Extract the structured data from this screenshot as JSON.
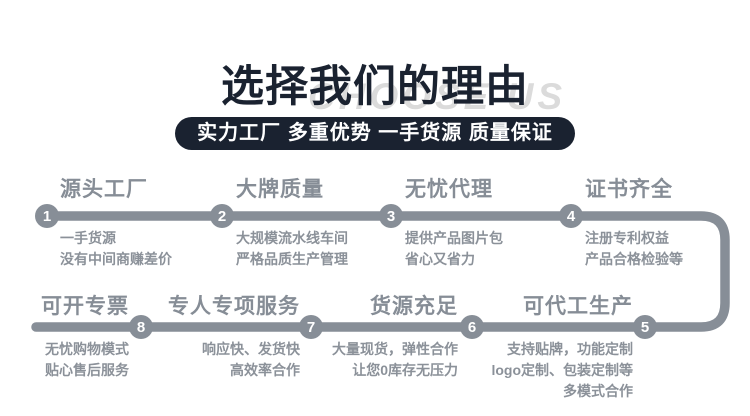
{
  "header": {
    "watermark": "CHOOSE US",
    "title": "选择我们的理由",
    "banner": "实力工厂 多重优势 一手货源 质量保证"
  },
  "colors": {
    "accent_dark": "#1a2230",
    "connector_gray": "#878e97",
    "text_gray": "#8b9199",
    "watermark_gray": "#dbdbdb",
    "background": "#ffffff"
  },
  "steps": [
    {
      "number": "1",
      "title": "源头工厂",
      "lines": [
        "一手货源",
        "没有中间商赚差价"
      ]
    },
    {
      "number": "2",
      "title": "大牌质量",
      "lines": [
        "大规模流水线车间",
        "严格品质生产管理"
      ]
    },
    {
      "number": "3",
      "title": "无忧代理",
      "lines": [
        "提供产品图片包",
        "省心又省力"
      ]
    },
    {
      "number": "4",
      "title": "证书齐全",
      "lines": [
        "注册专利权益",
        "产品合格检验等"
      ]
    },
    {
      "number": "5",
      "title": "可代工生产",
      "lines": [
        "支持贴牌，功能定制",
        "logo定制、包装定制等",
        "多模式合作"
      ]
    },
    {
      "number": "6",
      "title": "货源充足",
      "lines": [
        "大量现货，弹性合作",
        "让您0库存无压力"
      ]
    },
    {
      "number": "7",
      "title": "专人专项服务",
      "lines": [
        "响应快、发货快",
        "高效率合作"
      ]
    },
    {
      "number": "8",
      "title": "可开专票",
      "lines": [
        "无忧购物模式",
        "贴心售后服务"
      ]
    }
  ]
}
